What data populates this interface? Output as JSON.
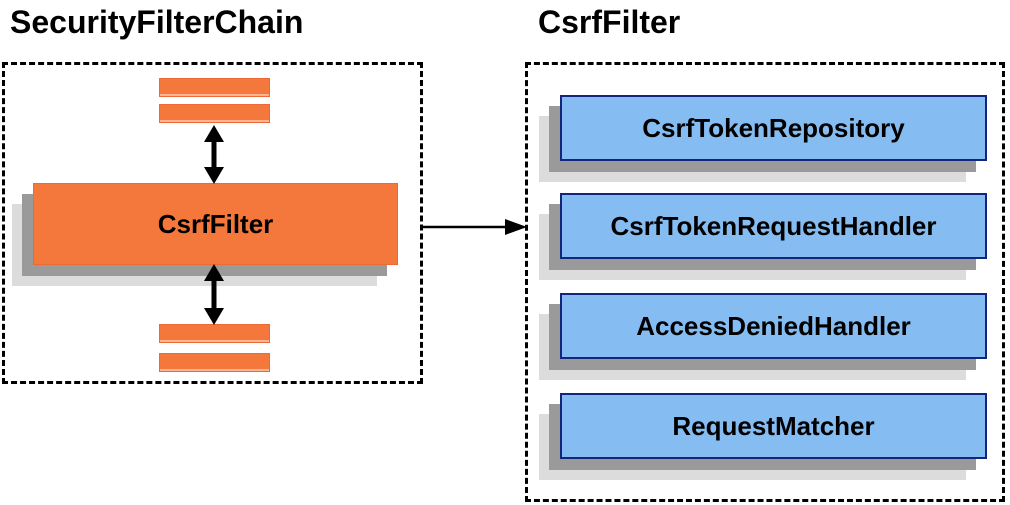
{
  "left_panel": {
    "title": "SecurityFilterChain",
    "csrf_filter_label": "CsrfFilter"
  },
  "right_panel": {
    "title": "CsrfFilter",
    "components": [
      {
        "label": "CsrfTokenRepository"
      },
      {
        "label": "CsrfTokenRequestHandler"
      },
      {
        "label": "AccessDeniedHandler"
      },
      {
        "label": "RequestMatcher"
      }
    ]
  },
  "icons": {
    "vertical_arrows": "double-headed-arrow-icon",
    "horizontal_arrow": "right-arrow-icon"
  },
  "colors": {
    "orange_fill": "#F4773C",
    "orange_border": "#ED6A35",
    "blue_fill": "#85BDF2",
    "blue_border": "#14257D",
    "shadow_dark": "#9A9A9A",
    "shadow_light": "#DCDCDC",
    "arrow": "#000000",
    "text": "#000000",
    "background": "#FFFFFF"
  }
}
